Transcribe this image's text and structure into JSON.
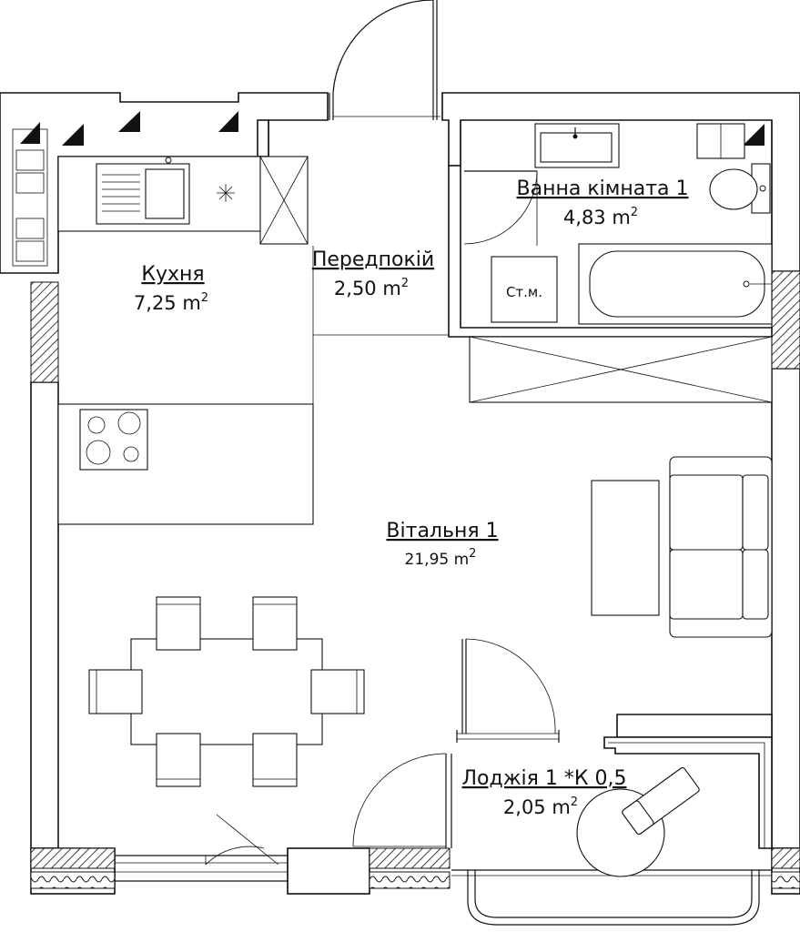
{
  "rooms": {
    "kitchen": {
      "name": "Кухня",
      "area": "7,25 m",
      "unit_sup": "2"
    },
    "hall": {
      "name": "Передпокій",
      "area": "2,50 m",
      "unit_sup": "2"
    },
    "bathroom": {
      "name": "Ванна кімната 1",
      "area": "4,83 m",
      "unit_sup": "2"
    },
    "living": {
      "name": "Вітальня 1",
      "area": "21,95 m",
      "unit_sup": "2"
    },
    "loggia": {
      "name": "Лоджія 1 *К 0,5",
      "area": "2,05 m",
      "unit_sup": "2"
    }
  },
  "labels": {
    "washing_machine": "Ст.м."
  },
  "colors": {
    "line": "#111111",
    "background": "#ffffff",
    "hatch": "#111111"
  }
}
